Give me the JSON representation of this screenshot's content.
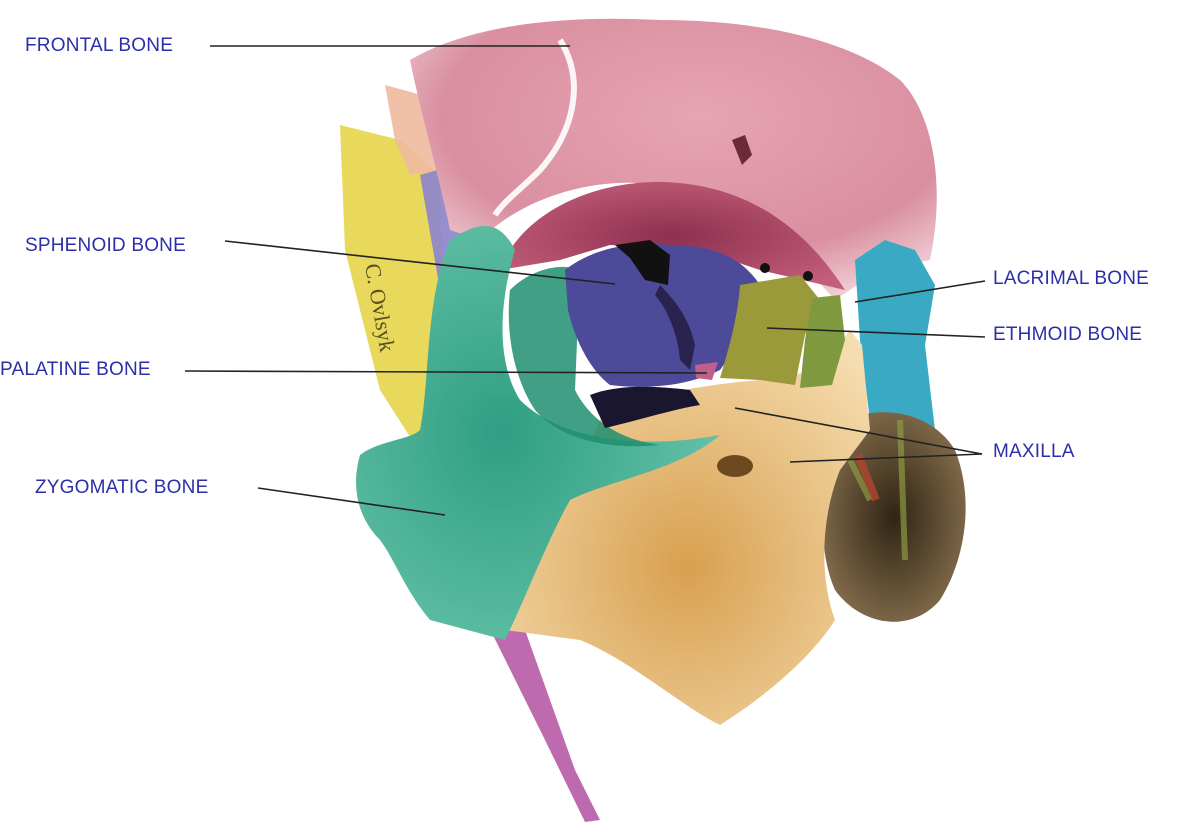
{
  "diagram": {
    "labels": {
      "frontal": "FRONTAL BONE",
      "sphenoid": "SPHENOID BONE",
      "palatine": "PALATINE BONE",
      "zygomatic": "ZYGOMATIC BONE",
      "lacrimal": "LACRIMAL BONE",
      "ethmoid": "ETHMOID BONE",
      "maxilla": "MAXILLA"
    },
    "signature": "C. Ovlsyk",
    "colors": {
      "label_text": "#2b2fa8",
      "frontal": "#d98fa0",
      "orbit_roof": "#b8566f",
      "sphenoid": "#4e4a9a",
      "ethmoid": "#9a9a3a",
      "lacrimal": "#7f9a3e",
      "zygomatic": "#3aa58c",
      "maxilla": "#edc585",
      "nasal": "#3aa9c4",
      "temporal_yellow": "#e6d64f",
      "parietal_lavender": "#8c86cc",
      "mandible_purple": "#b65aa6",
      "nasal_cavity": "#5a4a2e"
    }
  }
}
